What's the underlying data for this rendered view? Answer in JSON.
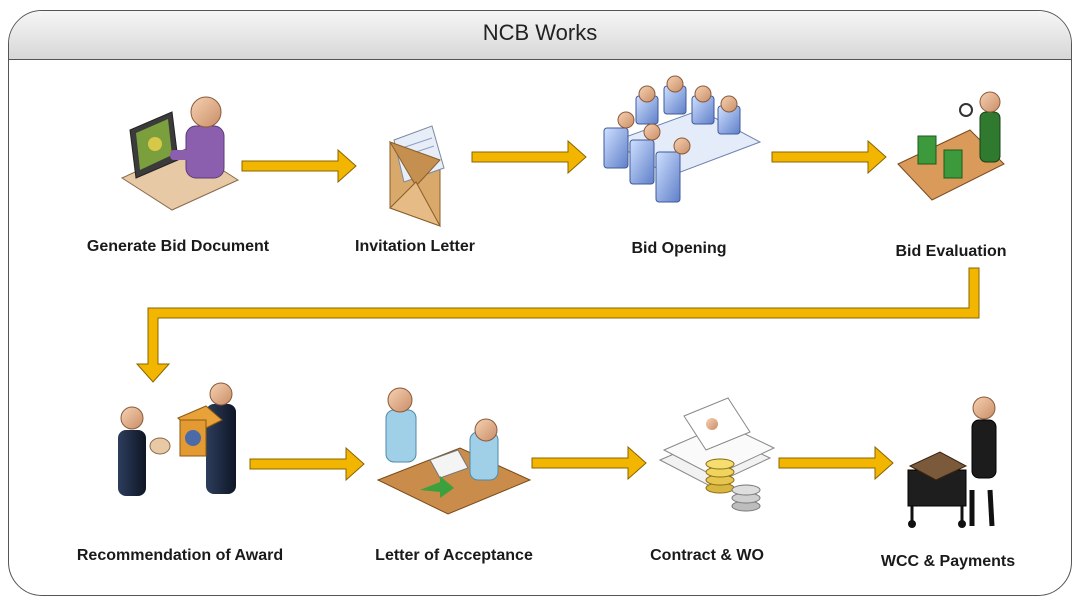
{
  "title": "NCB Works",
  "steps": [
    {
      "label": "Generate Bid Document",
      "icon": "person-at-computer-icon"
    },
    {
      "label": "Invitation Letter",
      "icon": "envelope-letter-icon"
    },
    {
      "label": "Bid Opening",
      "icon": "meeting-table-icon"
    },
    {
      "label": "Bid Evaluation",
      "icon": "inspection-conveyor-icon"
    },
    {
      "label": "Recommendation of Award",
      "icon": "handover-award-icon"
    },
    {
      "label": "Letter of Acceptance",
      "icon": "signing-desk-icon"
    },
    {
      "label": "Contract & WO",
      "icon": "documents-coins-icon"
    },
    {
      "label": "WCC & Payments",
      "icon": "payment-cart-icon"
    }
  ],
  "colors": {
    "arrow": "#f2b600",
    "arrow_edge": "#8a6400",
    "frame": "#555555"
  }
}
